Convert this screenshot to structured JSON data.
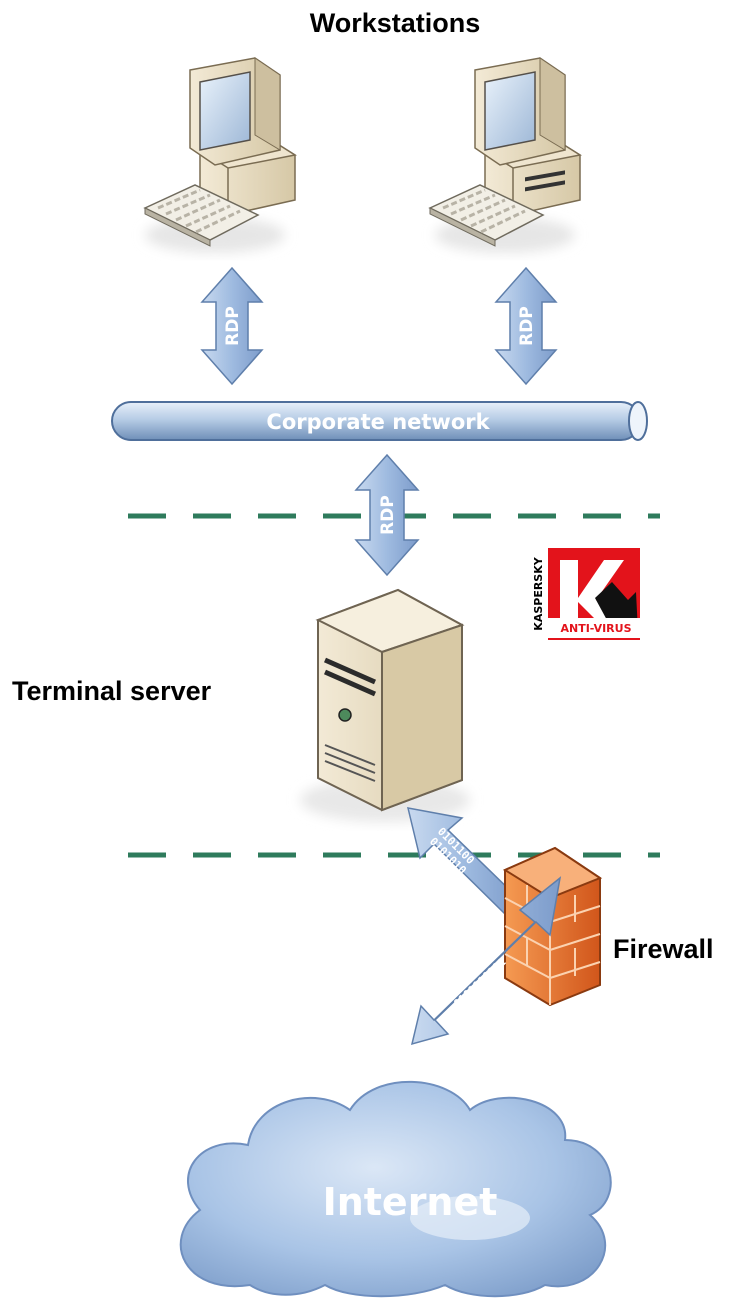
{
  "labels": {
    "title": "Workstations",
    "terminal_server": "Terminal server",
    "firewall": "Firewall",
    "corporate_network": "Corporate network",
    "internet": "Internet"
  },
  "arrows": {
    "left_workstation": "RDP",
    "right_workstation": "RDP",
    "server": "RDP",
    "binary_upper_1": "0101100",
    "binary_upper_2": "0101010",
    "binary_lower_1": "0101011010",
    "binary_lower_2": "0101110101"
  },
  "logo": {
    "brand": "KASPERSKY",
    "product": "ANTI-VIRUS",
    "brand_color": "#e3131b"
  },
  "colors": {
    "pipe": "#b7cde6",
    "arrow": "#9fbbe0",
    "divider": "#2e7b5c",
    "firewall": "#e8792f",
    "cloud": "#a9c4e6"
  }
}
